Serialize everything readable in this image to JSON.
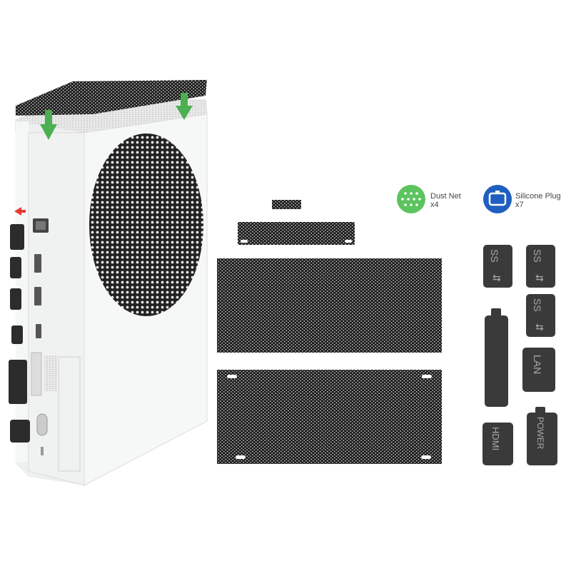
{
  "legend": {
    "dust_net": {
      "label": "Dust Net",
      "count": "x4",
      "color": "#5cc45f"
    },
    "silicone_plug": {
      "label": "Silicone Plug",
      "count": "x7",
      "color": "#1f5fbf"
    }
  },
  "plugs": {
    "usb_a": "SS",
    "usb_b": "SS",
    "usb_c": "SS",
    "lan": "LAN",
    "hdmi": "HDMI",
    "power": "POWER"
  },
  "colors": {
    "console_body": "#f2f3f3",
    "mesh_dark": "#2a2a2a",
    "plug_dark": "#3a3a3a",
    "arrow_green": "#4caf50",
    "arrow_red": "#e53935"
  }
}
